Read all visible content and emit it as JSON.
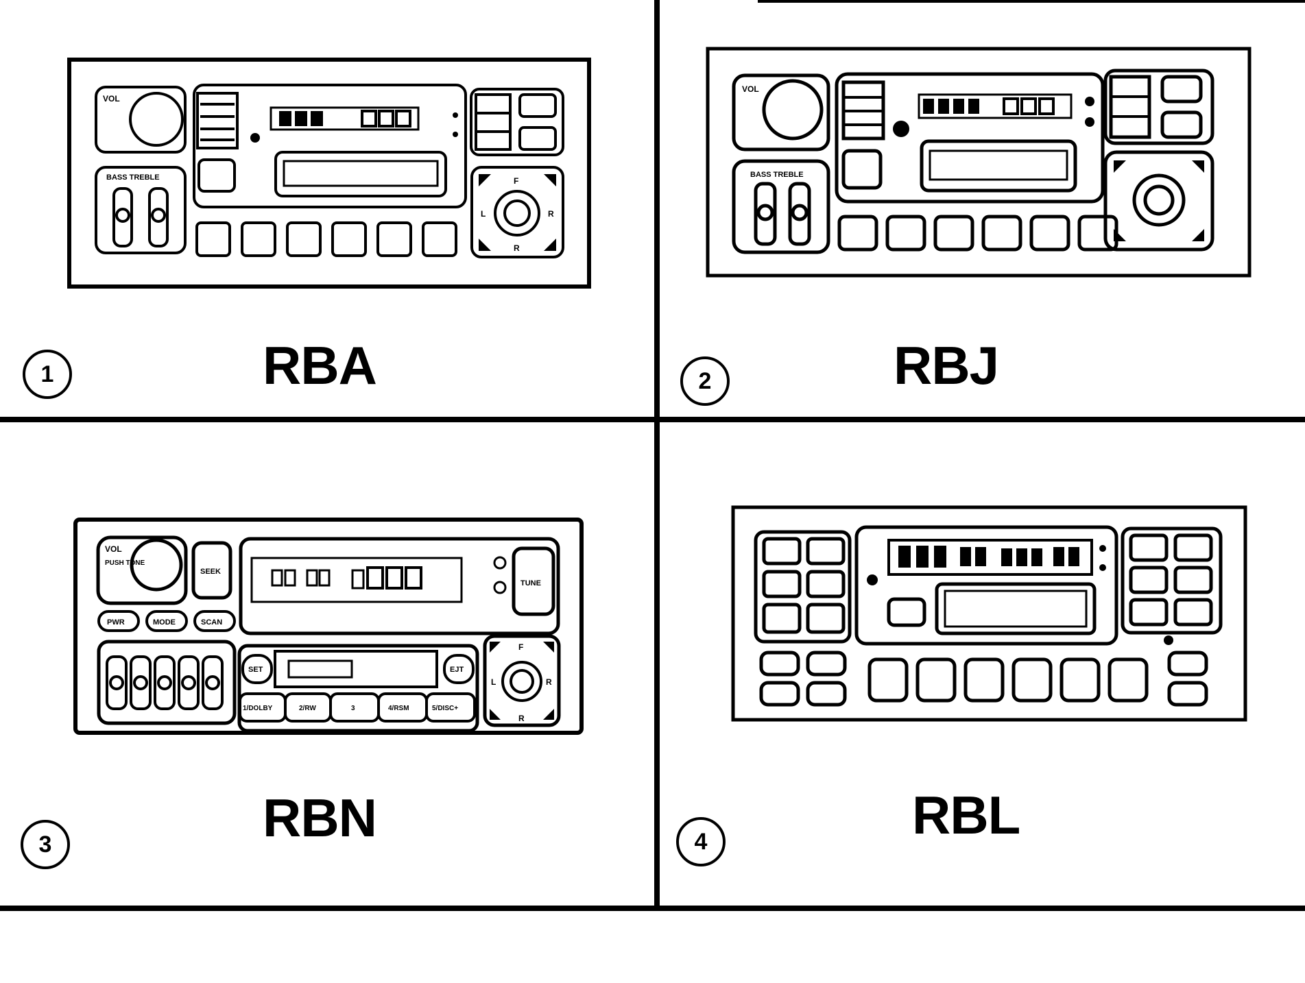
{
  "figure": {
    "panels": [
      {
        "number": "1",
        "model": "RBA"
      },
      {
        "number": "2",
        "model": "RBJ"
      },
      {
        "number": "3",
        "model": "RBN"
      },
      {
        "number": "4",
        "model": "RBL"
      }
    ]
  },
  "rbn_labels": {
    "vol": "VOL",
    "push_tone": "PUSH TONE",
    "pwr": "PWR",
    "mode": "MODE",
    "scan": "SCAN",
    "set": "SET",
    "ejt": "EJT",
    "seek": "SEEK",
    "tune": "TUNE",
    "preset_1": "1/DOLBY",
    "preset_2": "2/RW",
    "preset_3": "3",
    "preset_4": "4/RSM",
    "preset_5": "5/DISC+",
    "fade_f": "F",
    "fade_r": "R",
    "bal_l": "L",
    "bal_r": "R"
  },
  "rba_labels": {
    "vol": "VOL",
    "bass_treble": "BASS TREBLE",
    "fade_f": "F",
    "fade_r": "R",
    "bal_l": "L",
    "bal_r": "R"
  },
  "rbj_labels": {
    "vol": "VOL",
    "bass_treble": "BASS TREBLE"
  },
  "colors": {
    "ink": "#000000",
    "paper": "#ffffff"
  }
}
